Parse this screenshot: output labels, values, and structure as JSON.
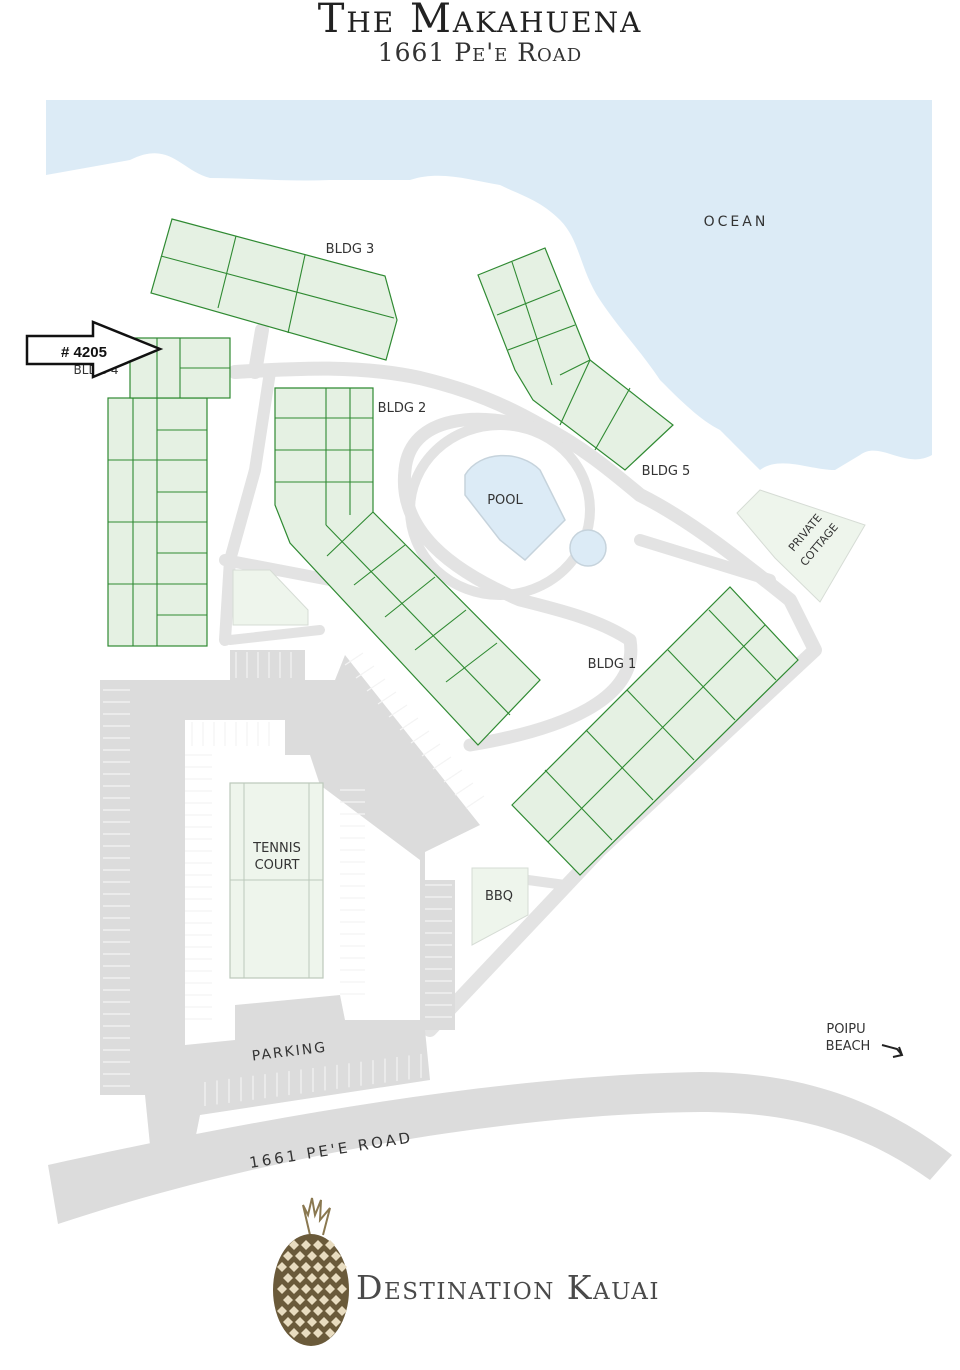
{
  "header": {
    "title": "The Makahuena",
    "subtitle": "1661 Pe'e Road"
  },
  "map": {
    "labels": {
      "ocean": "OCEAN",
      "bldg3": "BLDG 3",
      "bldg4": "BLDG 4",
      "bldg2": "BLDG 2",
      "bldg5": "BLDG 5",
      "bldg1": "BLDG 1",
      "pool": "POOL",
      "cottage_line1": "PRIVATE",
      "cottage_line2": "COTTAGE",
      "tennis_line1": "TENNIS",
      "tennis_line2": "COURT",
      "bbq": "BBQ",
      "parking": "PARKING",
      "beach_line1": "POIPU",
      "beach_line2": "BEACH",
      "road": "1661 PE'E ROAD"
    },
    "callout": {
      "unit": "# 4205"
    },
    "colors": {
      "ocean": "#dcebf6",
      "building_fill": "#e5f1e3",
      "building_stroke": "#2f8a32",
      "pavement": "#dcdcdc",
      "walkway": "#e3e3e3"
    }
  },
  "brand": {
    "name": "Destination Kauai",
    "logo_icon": "pineapple-icon"
  }
}
